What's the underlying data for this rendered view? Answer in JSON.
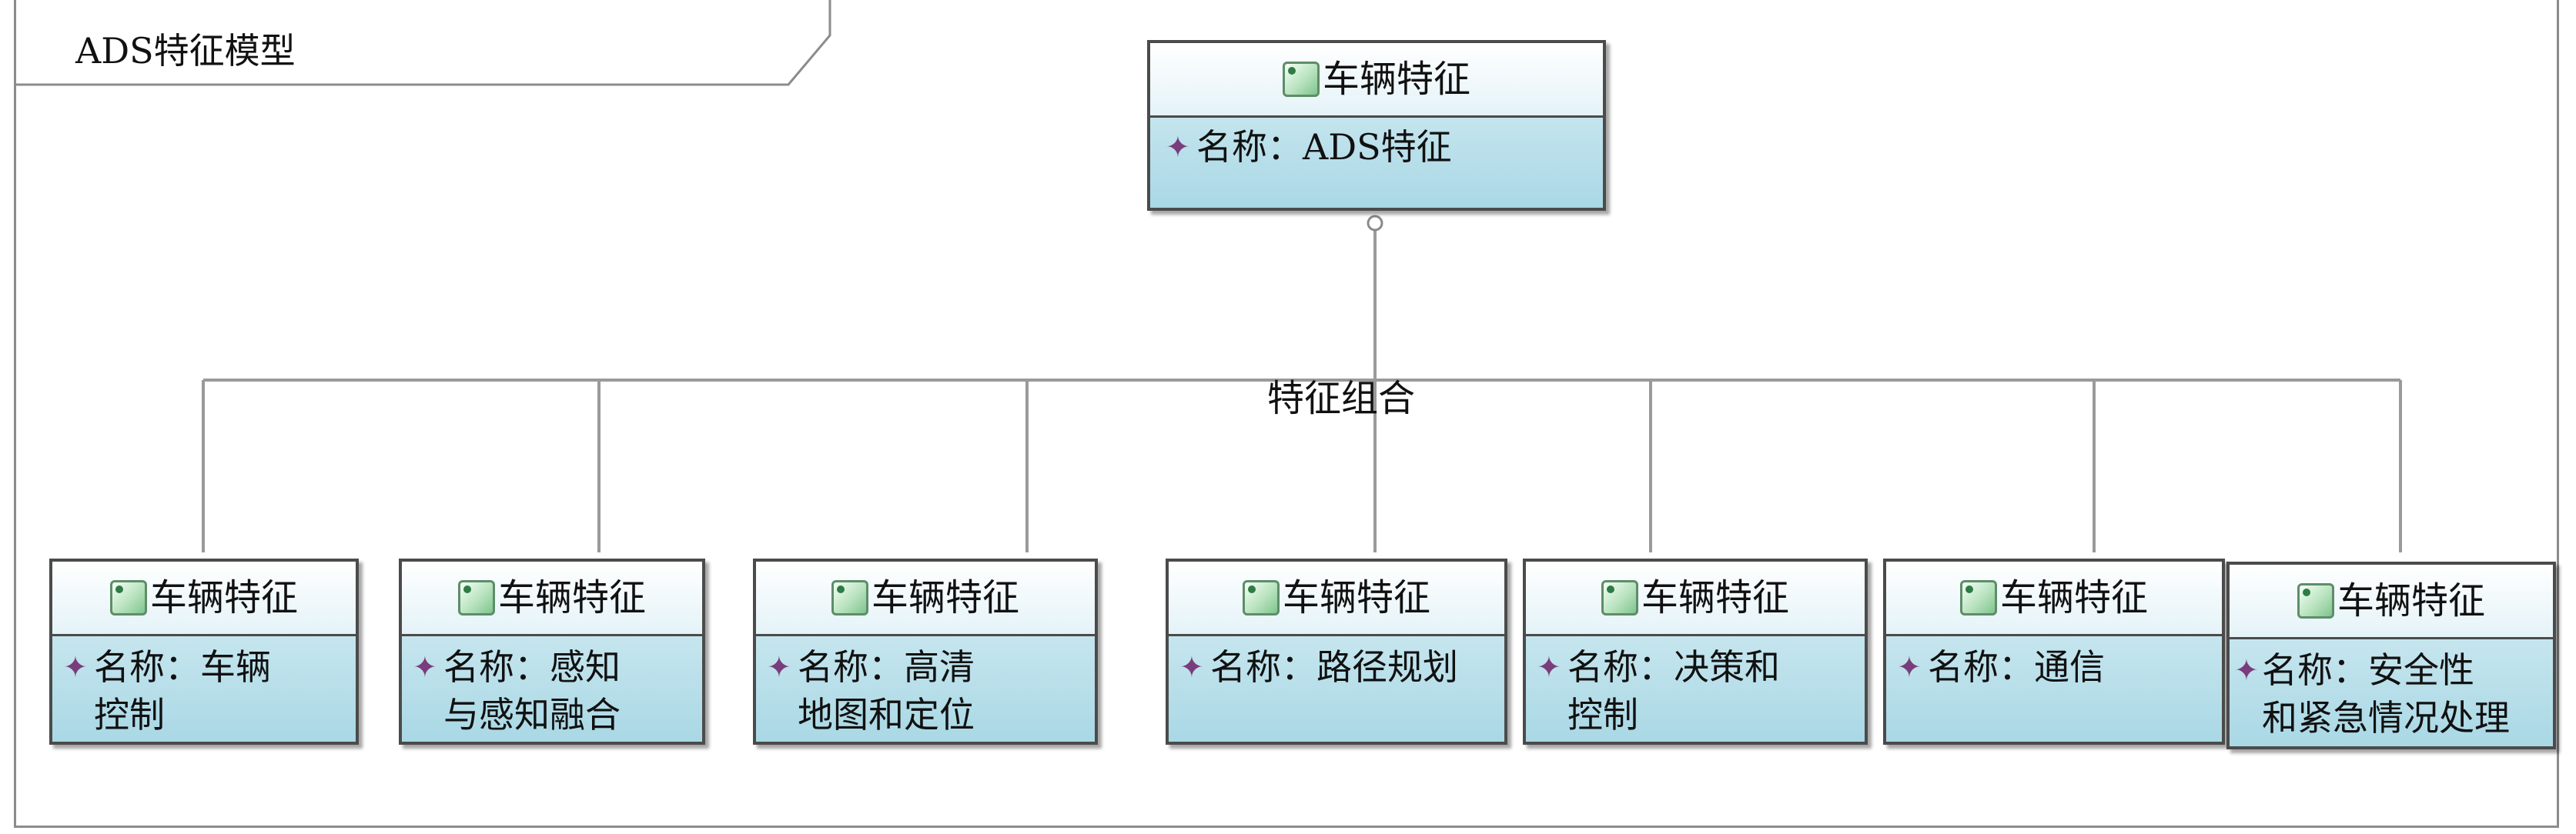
{
  "frame": {
    "title": "ADS特征模型"
  },
  "connector": {
    "label": "特征组合"
  },
  "top_class": {
    "name": "车辆特征",
    "attribute": "名称：ADS特征"
  },
  "classes": [
    {
      "name": "车辆特征",
      "attribute": "名称：车辆\n控制"
    },
    {
      "name": "车辆特征",
      "attribute": " 名称：感知\n 与感知融合"
    },
    {
      "name": "车辆特征",
      "attribute": " 名称：高清\n地图和定位"
    },
    {
      "name": "车辆特征",
      "attribute": "名称：路径规划"
    },
    {
      "name": "车辆特征",
      "attribute": "名称：决策和\n控制"
    },
    {
      "name": "车辆特征",
      "attribute": "  名称：通信"
    },
    {
      "name": "车辆特征",
      "attribute": "名称：安全性\n和紧急情况处理"
    }
  ],
  "icons": {
    "class_icon": "class-icon",
    "attribute_icon": "attribute-diamond-icon"
  }
}
